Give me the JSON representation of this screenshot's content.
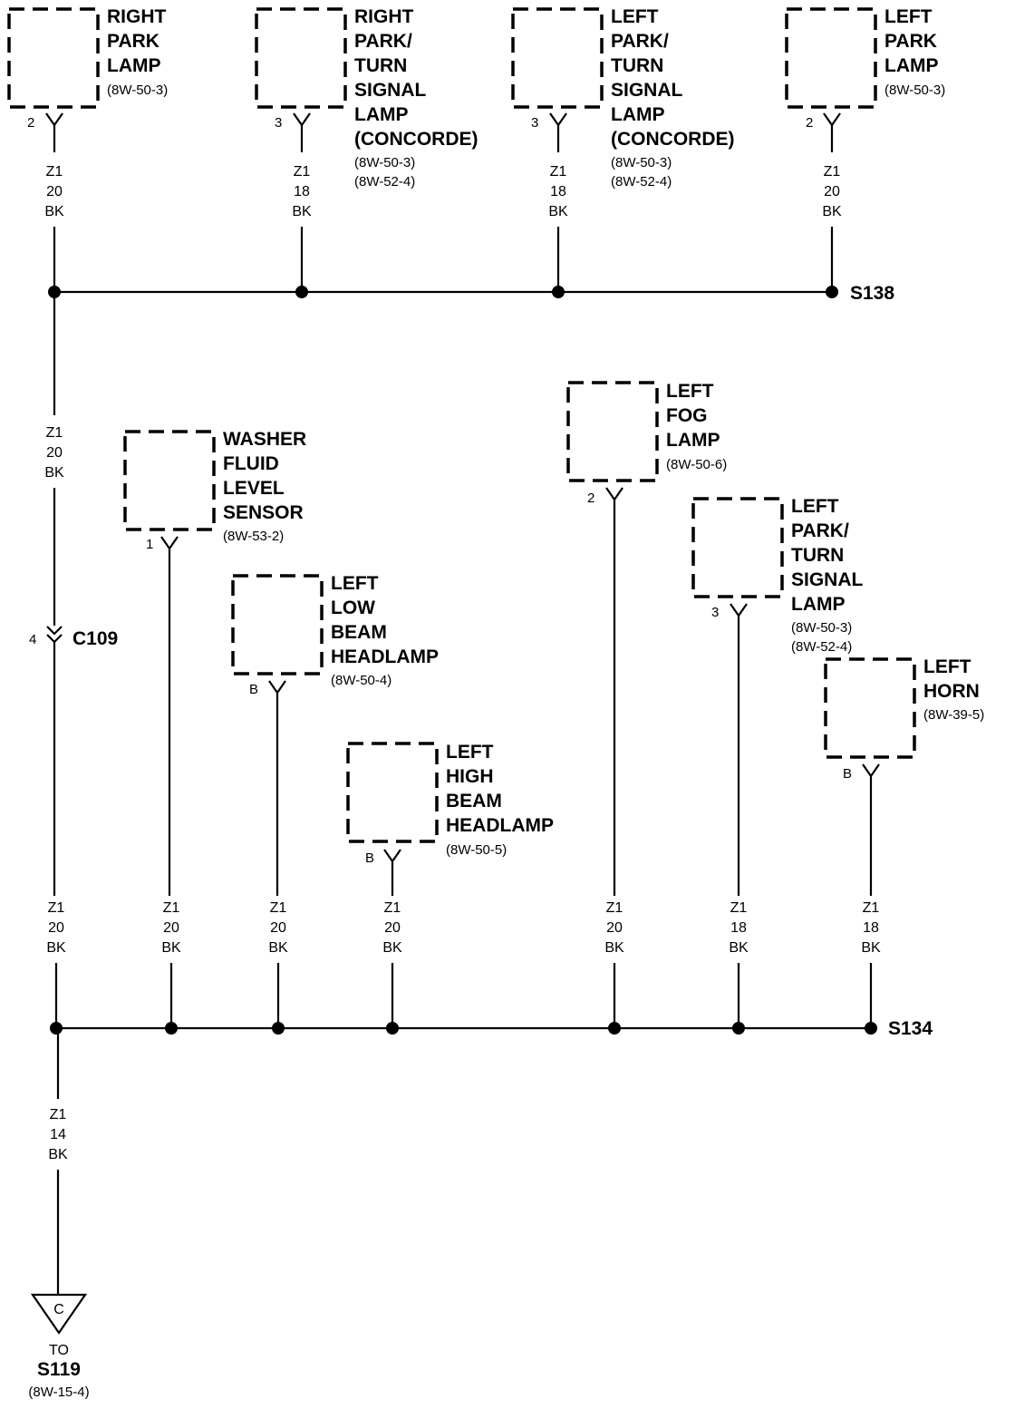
{
  "components": {
    "c1": {
      "lines": [
        "RIGHT",
        "PARK",
        "LAMP"
      ],
      "refs": [
        "(8W-50-3)"
      ],
      "pin": "2"
    },
    "c2": {
      "lines": [
        "RIGHT",
        "PARK/",
        "TURN",
        "SIGNAL",
        "LAMP",
        "(CONCORDE)"
      ],
      "refs": [
        "(8W-50-3)",
        "(8W-52-4)"
      ],
      "pin": "3"
    },
    "c3": {
      "lines": [
        "LEFT",
        "PARK/",
        "TURN",
        "SIGNAL",
        "LAMP",
        "(CONCORDE)"
      ],
      "refs": [
        "(8W-50-3)",
        "(8W-52-4)"
      ],
      "pin": "3"
    },
    "c4": {
      "lines": [
        "LEFT",
        "PARK",
        "LAMP"
      ],
      "refs": [
        "(8W-50-3)"
      ],
      "pin": "2"
    },
    "c5": {
      "lines": [
        "WASHER",
        "FLUID",
        "LEVEL",
        "SENSOR"
      ],
      "refs": [
        "(8W-53-2)"
      ],
      "pin": "1"
    },
    "c6": {
      "lines": [
        "LEFT",
        "LOW",
        "BEAM",
        "HEADLAMP"
      ],
      "refs": [
        "(8W-50-4)"
      ],
      "pin": "B"
    },
    "c7": {
      "lines": [
        "LEFT",
        "HIGH",
        "BEAM",
        "HEADLAMP"
      ],
      "refs": [
        "(8W-50-5)"
      ],
      "pin": "B"
    },
    "c8": {
      "lines": [
        "LEFT",
        "FOG",
        "LAMP"
      ],
      "refs": [
        "(8W-50-6)"
      ],
      "pin": "2"
    },
    "c9": {
      "lines": [
        "LEFT",
        "PARK/",
        "TURN",
        "SIGNAL",
        "LAMP"
      ],
      "refs": [
        "(8W-50-3)",
        "(8W-52-4)"
      ],
      "pin": "3"
    },
    "c10": {
      "lines": [
        "LEFT",
        "HORN"
      ],
      "refs": [
        "(8W-39-5)"
      ],
      "pin": "B"
    }
  },
  "wires": {
    "w1": [
      "Z1",
      "20",
      "BK"
    ],
    "w2": [
      "Z1",
      "18",
      "BK"
    ],
    "w3": [
      "Z1",
      "18",
      "BK"
    ],
    "w4": [
      "Z1",
      "20",
      "BK"
    ],
    "w5": [
      "Z1",
      "20",
      "BK"
    ],
    "w6": [
      "Z1",
      "20",
      "BK"
    ],
    "w7": [
      "Z1",
      "20",
      "BK"
    ],
    "w8": [
      "Z1",
      "20",
      "BK"
    ],
    "w9": [
      "Z1",
      "20",
      "BK"
    ],
    "w10": [
      "Z1",
      "20",
      "BK"
    ],
    "w11": [
      "Z1",
      "18",
      "BK"
    ],
    "w12": [
      "Z1",
      "18",
      "BK"
    ],
    "w13": [
      "Z1",
      "14",
      "BK"
    ]
  },
  "splices": {
    "top": "S138",
    "bottom": "S134"
  },
  "connector": {
    "pin": "4",
    "name": "C109"
  },
  "ground": {
    "letter": "C",
    "to": "TO",
    "target": "S119",
    "ref": "(8W-15-4)"
  }
}
